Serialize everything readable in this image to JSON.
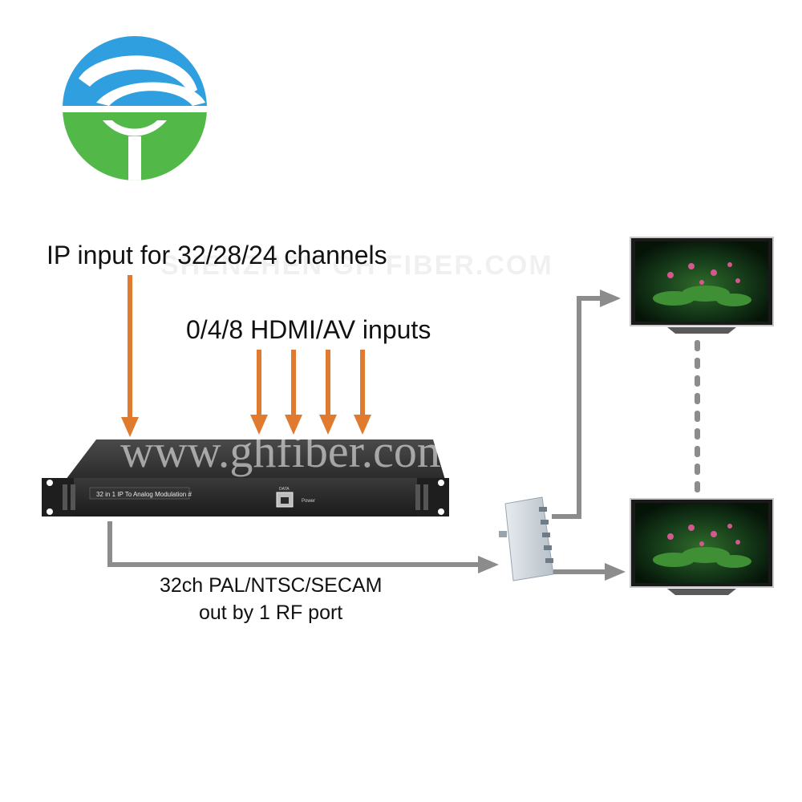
{
  "labels": {
    "ip_input": "IP input for 32/28/24 channels",
    "hdmi_input": "0/4/8 HDMI/AV inputs",
    "output_line1": "32ch PAL/NTSC/SECAM",
    "output_line2": "out by 1 RF port"
  },
  "device": {
    "panel_label": "32 in 1 IP To Analog Modulation #",
    "port_label": "DATA",
    "power_label": "Power"
  },
  "watermarks": {
    "main": "www.ghfiber.com",
    "faint": "SHENZHEN GH FIBER.COM"
  },
  "colors": {
    "input_arrow": "#e07a2e",
    "output_arrow": "#8c8c8c",
    "logo_blue": "#2f9fe0",
    "logo_green": "#52b848",
    "device_body": "#2a2a2a",
    "splitter": "#cfd6dc"
  },
  "icons": {
    "logo": "company-logo",
    "splitter": "rf-splitter-icon",
    "tv": "tv-monitor-icon"
  }
}
